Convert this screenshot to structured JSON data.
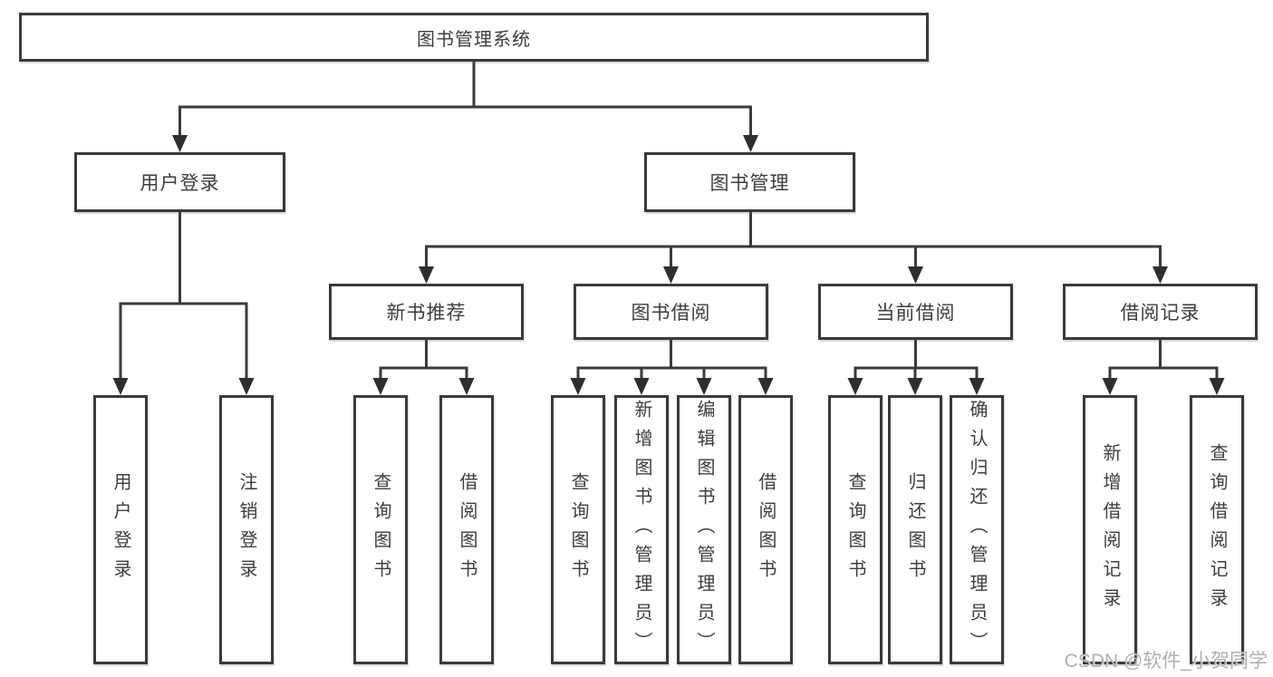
{
  "diagram_title": "图书管理系统",
  "tree": {
    "label": "图书管理系统",
    "children": [
      {
        "label": "用户登录",
        "children": [
          {
            "label": "用户登录"
          },
          {
            "label": "注销登录"
          }
        ]
      },
      {
        "label": "图书管理",
        "children": [
          {
            "label": "新书推荐",
            "children": [
              {
                "label": "查询图书"
              },
              {
                "label": "借阅图书"
              }
            ]
          },
          {
            "label": "图书借阅",
            "children": [
              {
                "label": "查询图书"
              },
              {
                "label": "新增图书（管理员）"
              },
              {
                "label": "编辑图书（管理员）"
              },
              {
                "label": "借阅图书"
              }
            ]
          },
          {
            "label": "当前借阅",
            "children": [
              {
                "label": "查询图书"
              },
              {
                "label": "归还图书"
              },
              {
                "label": "确认归还（管理员）"
              }
            ]
          },
          {
            "label": "借阅记录",
            "children": [
              {
                "label": "新增借阅记录"
              },
              {
                "label": "查询借阅记录"
              }
            ]
          }
        ]
      }
    ]
  },
  "watermark": "CSDN @软件_小贺同学",
  "colors": {
    "line": "#3a3a3a",
    "box_border": "#3a3a3a",
    "text": "#3d3d3d",
    "background": "#ffffff",
    "watermark": "#a8a8a8"
  }
}
